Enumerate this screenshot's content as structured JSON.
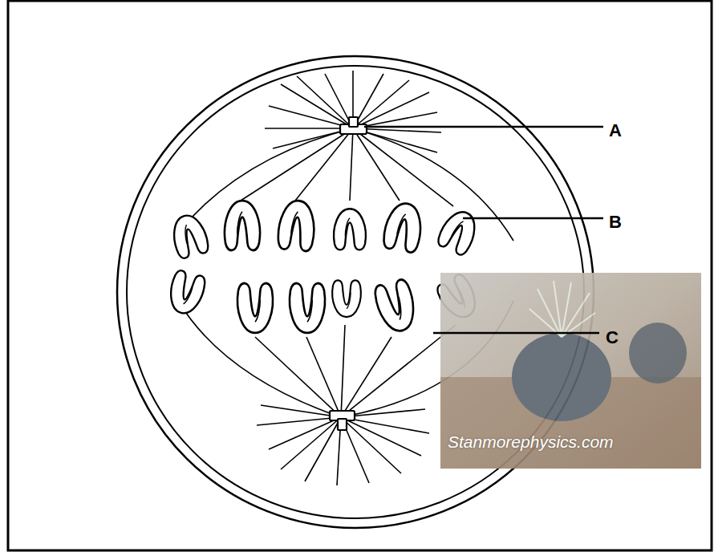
{
  "diagram": {
    "labels": [
      "A",
      "B",
      "C",
      "Stanmorephysics.com"
    ]
  }
}
